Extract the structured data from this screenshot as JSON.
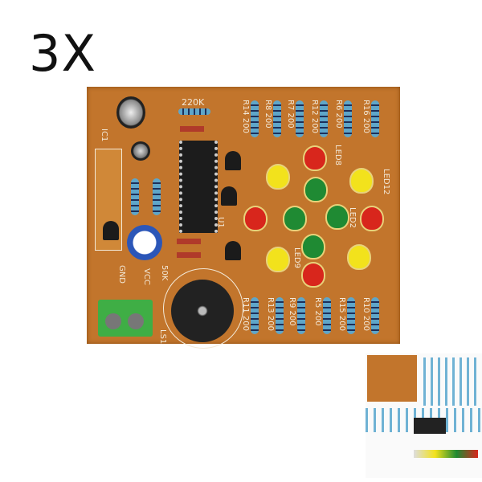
{
  "quantity_label": "3X",
  "board": {
    "top_labels": [
      "R14 200",
      "R8 200",
      "R7 200",
      "R12 200",
      "R6 200",
      "R16 200"
    ],
    "bottom_labels": [
      "R11 200",
      "R13 200",
      "R9 200",
      "R5 200",
      "R15 200",
      "R10 200"
    ],
    "misc_labels": {
      "r4": "220K",
      "ic1": "IC1",
      "gnd": "GND",
      "vcc": "VCC",
      "pot": "50K",
      "led8": "LED8",
      "led12": "LED12",
      "led2": "LED2",
      "led9": "LED9",
      "u1": "U1",
      "ls": "LS1"
    },
    "led_colors": {
      "red": "#d8261c",
      "green": "#1f8a33",
      "yellow": "#f2e21c"
    },
    "board_color": "#c2752c"
  }
}
